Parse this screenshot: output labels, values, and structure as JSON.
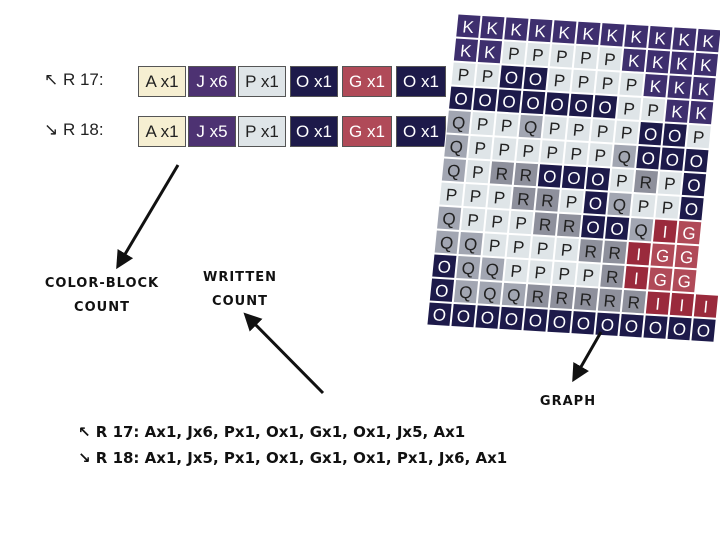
{
  "rows": [
    {
      "label": "↖ R 17:",
      "blocks": [
        {
          "text": "A x1",
          "color": "A"
        },
        {
          "text": "J x6",
          "color": "J"
        },
        {
          "text": "P x1",
          "color": "P"
        },
        {
          "text": "O x1",
          "color": "O"
        },
        {
          "text": "G x1",
          "color": "G"
        },
        {
          "text": "O x1",
          "color": "O"
        }
      ]
    },
    {
      "label": "↘ R 18:",
      "blocks": [
        {
          "text": "A x1",
          "color": "A"
        },
        {
          "text": "J x5",
          "color": "J"
        },
        {
          "text": "P x1",
          "color": "P"
        },
        {
          "text": "O x1",
          "color": "O"
        },
        {
          "text": "G x1",
          "color": "G"
        },
        {
          "text": "O x1",
          "color": "O"
        }
      ]
    }
  ],
  "colors": {
    "A": "#f6efd2",
    "J": "#4d3272",
    "P": "#dfe5e8",
    "O": "#1d1a4a",
    "G": "#b04a58",
    "K": "#3e2f6e",
    "R": "#8e909c",
    "I": "#9a2a3c",
    "Q": "#a2a6b2"
  },
  "light_text_colors": [
    "J",
    "O",
    "G",
    "K",
    "I"
  ],
  "annotations": {
    "color_block_count": [
      "COLOR-BLOCK",
      "COUNT"
    ],
    "written_count": [
      "WRITTEN",
      "COUNT"
    ],
    "graph": "GRAPH"
  },
  "written": [
    "↖ R 17: Ax1, Jx6, Px1, Ox1, Gx1, Ox1, Jx5, Ax1",
    "↘ R 18: Ax1, Jx5, Px1, Ox1, Gx1, Ox1, Px1, Jx6, Ax1"
  ],
  "graph_grid": [
    "KKKKKKKKKKK",
    "KKPPPPPKKKK",
    "PPOOPPPPKKK",
    "OOOOOOOPPKK",
    "QPPQPPPPOOP",
    "QPPPPPPQOOO",
    "QPRROOOPRPO",
    "PPPRRPOQPPO",
    "QPPPRROOQIG",
    "QQPPPPRRIGG",
    "OQQPPPPRIGG",
    "OQQQRRRRRIII",
    "OOOOOOOOOOOO"
  ]
}
